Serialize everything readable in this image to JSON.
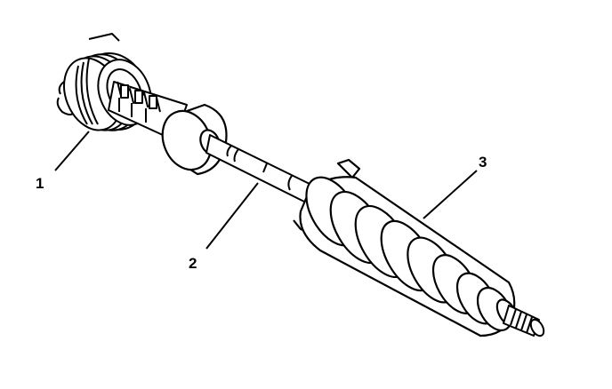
{
  "callouts": [
    {
      "id": "callout-1",
      "text": "1"
    },
    {
      "id": "callout-2",
      "text": "2"
    },
    {
      "id": "callout-3",
      "text": "3"
    }
  ],
  "colors": {
    "line": "#000000",
    "fill": "#ffffff"
  }
}
